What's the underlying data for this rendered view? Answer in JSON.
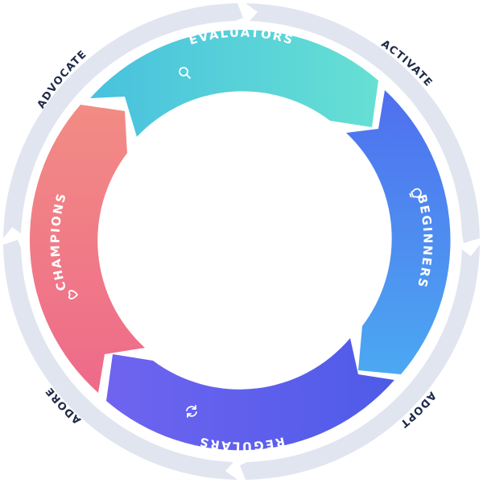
{
  "outer_ring": {
    "color": "#E1E5F0",
    "stages": [
      {
        "label": "ACTIVATE"
      },
      {
        "label": "ADOPT"
      },
      {
        "label": "ADORE"
      },
      {
        "label": "ADVOCATE"
      }
    ]
  },
  "segments": [
    {
      "label": "EVALUATORS",
      "icon": "search-icon",
      "color_start": "#48C1DE",
      "color_end": "#66E0D3"
    },
    {
      "label": "BEGINNERS",
      "icon": "lightbulb-icon",
      "color_start": "#4F6FEE",
      "color_end": "#4CA8F2"
    },
    {
      "label": "REGULARS",
      "icon": "refresh-icon",
      "color_start": "#6F64F0",
      "color_end": "#4E5BE8"
    },
    {
      "label": "CHAMPIONS",
      "icon": "heart-icon",
      "color_start": "#EE6A8A",
      "color_end": "#F28C84"
    }
  ],
  "label_color": "#FFFFFF",
  "ring_label_color": "#1F2A4A"
}
